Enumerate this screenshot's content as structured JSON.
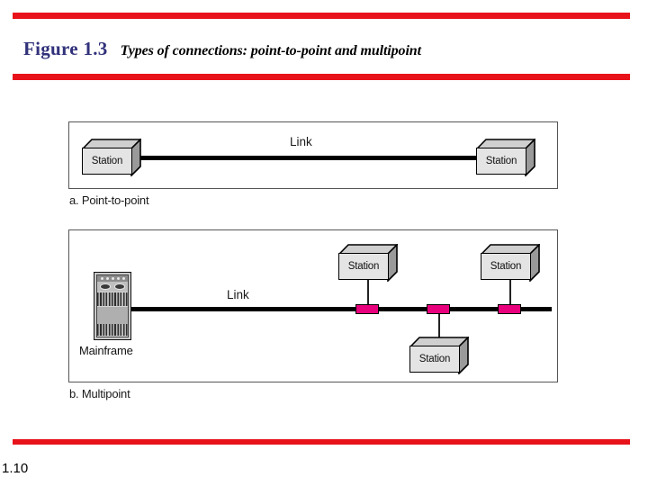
{
  "slide": {
    "figure_label": "Figure 1.3",
    "figure_caption": "Types of connections: point-to-point and multipoint",
    "page_number": "1.10",
    "accent_rule_color": "#E8121A",
    "figure_label_color": "#31317B",
    "connector_color": "#E8007C"
  },
  "panels": [
    {
      "id": "point-to-point",
      "caption": "a. Point-to-point",
      "link_label": "Link",
      "nodes": [
        {
          "type": "station",
          "label": "Station"
        },
        {
          "type": "station",
          "label": "Station"
        }
      ]
    },
    {
      "id": "multipoint",
      "caption": "b. Multipoint",
      "link_label": "Link",
      "nodes": [
        {
          "type": "mainframe",
          "label": "Mainframe"
        },
        {
          "type": "station",
          "label": "Station"
        },
        {
          "type": "station",
          "label": "Station"
        },
        {
          "type": "station",
          "label": "Station"
        }
      ],
      "taps": 3
    }
  ]
}
